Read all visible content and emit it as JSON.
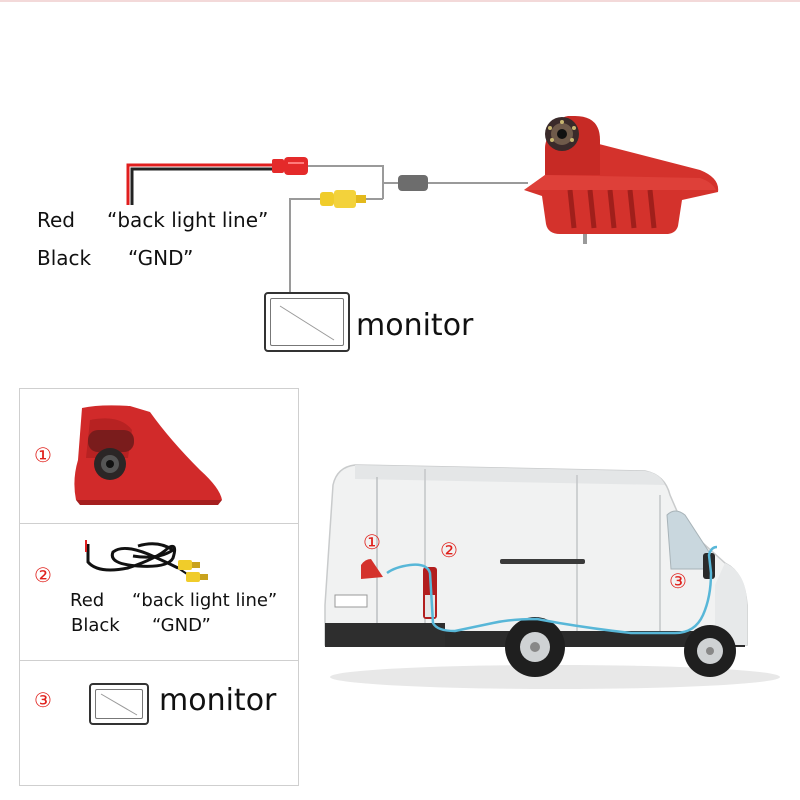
{
  "wiring": {
    "red_label": "Red",
    "red_desc": "“back light line”",
    "black_label": "Black",
    "black_desc": "“GND”",
    "monitor_label": "monitor"
  },
  "panel": {
    "item1_number": "①",
    "item2_number": "②",
    "item2_red_label": "Red",
    "item2_red_desc": "“back light line”",
    "item2_black_label": "Black",
    "item2_black_desc": "“GND”",
    "item3_number": "③",
    "item3_monitor_label": "monitor"
  },
  "van_markers": {
    "marker1": "①",
    "marker2": "②",
    "marker3": "③"
  },
  "colors": {
    "accent_red": "#e0201b",
    "camera_red": "#d4322c",
    "connector_yellow": "#f0cc2a",
    "connector_grey": "#6d6d6d",
    "route_blue": "#58b7d8"
  }
}
